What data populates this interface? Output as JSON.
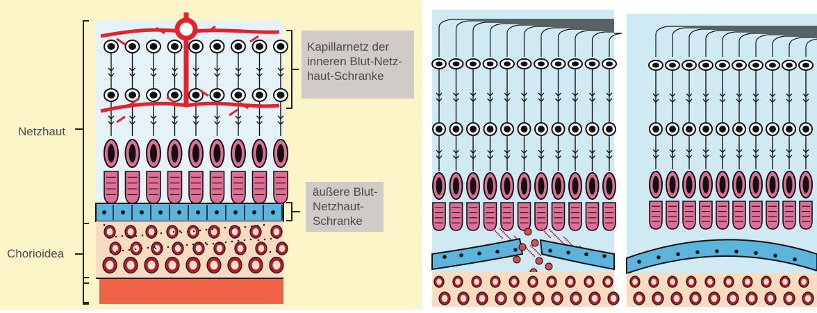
{
  "labels": {
    "capillary": "Kapillarnetz der\ninneren Blut-Netz-\nhaut-Schranke",
    "outer_barrier": "äußere Blut-\nNetzhaut-\nSchranke",
    "retina": "Netzhaut",
    "choroid": "Chorioidea"
  },
  "colors": {
    "page_bg": "#fbf5c8",
    "retina_bg": "#e5f3f8",
    "panel_bg": "#cfeaf3",
    "vessel_red": "#e8202a",
    "cell_pink": "#e06f96",
    "rpe_blue": "#5bb4dc",
    "choroid_bg": "#f8dcc0",
    "sclera": "#f06246",
    "label_box": "#cfcbc6"
  }
}
